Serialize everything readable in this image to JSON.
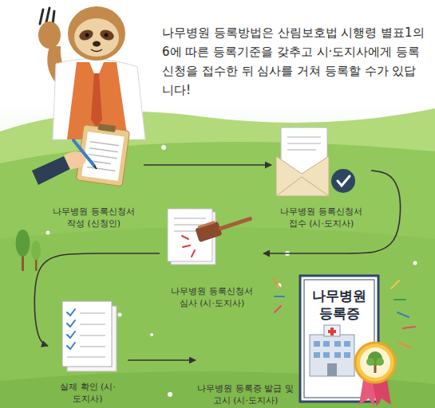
{
  "diagram": {
    "title": "나무병원 등록방법은 산림보호법 시행령 별표1의6에 따른 등록기준을 갖추고 시·도지사에게 등록신청을 접수한 뒤 심사를 거쳐 등록할 수가 있답니다!",
    "nodes": [
      {
        "text": [
          "나무병원 등록신청서 작성 (신청인)"
        ]
      },
      {
        "text": [
          "나무병원 등록신청서 접수 (시·도지사)"
        ]
      },
      {
        "text": [
          "나무병원 등록신청서 심사 (시·도지사)"
        ]
      },
      {
        "text": [
          "실제 확인 (시·도지사)"
        ]
      },
      {
        "text": [
          "나무병원 등록증 발급 및 고시 (시·도지사)"
        ]
      }
    ],
    "edges": [
      {
        "from": 0,
        "to": 1,
        "arrow": "to"
      },
      {
        "from": 1,
        "to": 2,
        "arrow": "to"
      },
      {
        "from": 2,
        "to": 3,
        "arrow": "to"
      },
      {
        "from": 3,
        "to": 4,
        "arrow": "to"
      }
    ],
    "labels": [
      "나무병원 등록증"
    ]
  }
}
